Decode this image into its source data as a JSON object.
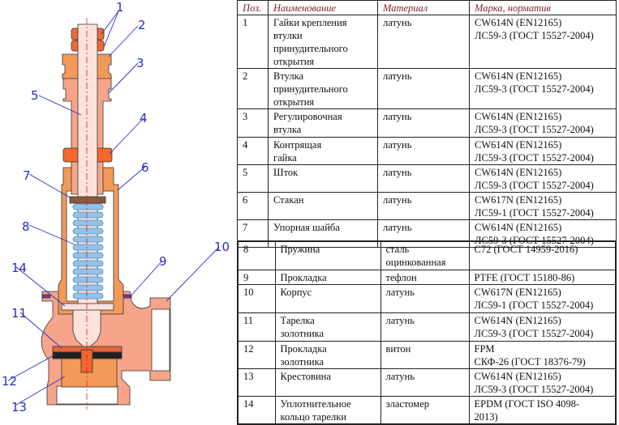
{
  "diagram": {
    "callouts": [
      "1",
      "2",
      "3",
      "4",
      "5",
      "6",
      "7",
      "8",
      "9",
      "10",
      "11",
      "12",
      "13",
      "14"
    ],
    "colors": {
      "brass": "#f39a5a",
      "body": "#f6a58a",
      "nut": "#f2682f",
      "spring": "#8fc3ec",
      "callout": "#2a2fc6",
      "axis": "#e02020"
    }
  },
  "table": {
    "headers": [
      "Поз.",
      "Наименование",
      "Материал",
      "Марка, норматив"
    ],
    "rows": [
      {
        "pos": "1",
        "name": "Гайки крепления\nвтулки\nпринудительного\nоткрытия",
        "material": "латунь",
        "mark": "CW614N (EN12165)\nЛС59-3 (ГОСТ 15527-2004)"
      },
      {
        "pos": "2",
        "name": "Втулка\nпринудительного\nоткрытия",
        "material": "латунь",
        "mark": "CW614N (EN12165)\nЛС59-3 (ГОСТ 15527-2004)"
      },
      {
        "pos": "3",
        "name": "Регулировочная\n втулка",
        "material": "латунь",
        "mark": "CW614N (EN12165)\nЛС59-3 (ГОСТ 15527-2004)"
      },
      {
        "pos": "4",
        "name": "Контрящая\n гайка",
        "material": "латунь",
        "mark": "CW614N (EN12165)\nЛС59-3 (ГОСТ 15527-2004)"
      },
      {
        "pos": "5",
        "name": "Шток",
        "material": "латунь",
        "mark": "CW614N (EN12165)\nЛС59-3 (ГОСТ 15527-2004)"
      },
      {
        "pos": "6",
        "name": "Стакан",
        "material": "латунь",
        "mark": "CW617N (EN12165)\nЛС59-1 (ГОСТ 15527-2004)"
      },
      {
        "pos": "7",
        "name": "Упорная шайба",
        "material": "латунь",
        "mark": "CW614N (EN12165)\nЛС59-3 (ГОСТ 15527-2004)"
      }
    ],
    "rows2": [
      {
        "pos": "8",
        "name": "Пружина",
        "material": "сталь\nоцинкованная",
        "mark": "С72 (ГОСТ 14959-2016)"
      },
      {
        "pos": "9",
        "name": "Прокладка",
        "material": "тефлон",
        "mark": "PTFE (ГОСТ 15180-86)"
      },
      {
        "pos": "10",
        "name": "Корпус",
        "material": "латунь",
        "mark": "CW617N (EN12165)\nЛС59-1 (ГОСТ 15527-2004)"
      },
      {
        "pos": "11",
        "name": "Тарелка\nзолотника",
        "material": "латунь",
        "mark": "CW614N (EN12165)\nЛС59-3 (ГОСТ 15527-2004)"
      },
      {
        "pos": "12",
        "name": "Прокладка\n золотника",
        "material": "витон",
        "mark": "FPM\nСКФ-26 (ГОСТ 18376-79)"
      },
      {
        "pos": "13",
        "name": "Крестовина",
        "material": "латунь",
        "mark": "CW614N (EN12165)\nЛС59-3 (ГОСТ 15527-2004)"
      },
      {
        "pos": "14",
        "name": "Уплотнительное\nкольцо тарелки",
        "material": "эластомер",
        "mark": "EPDM (ГОСТ ISO 4098-\n2013)"
      }
    ]
  }
}
